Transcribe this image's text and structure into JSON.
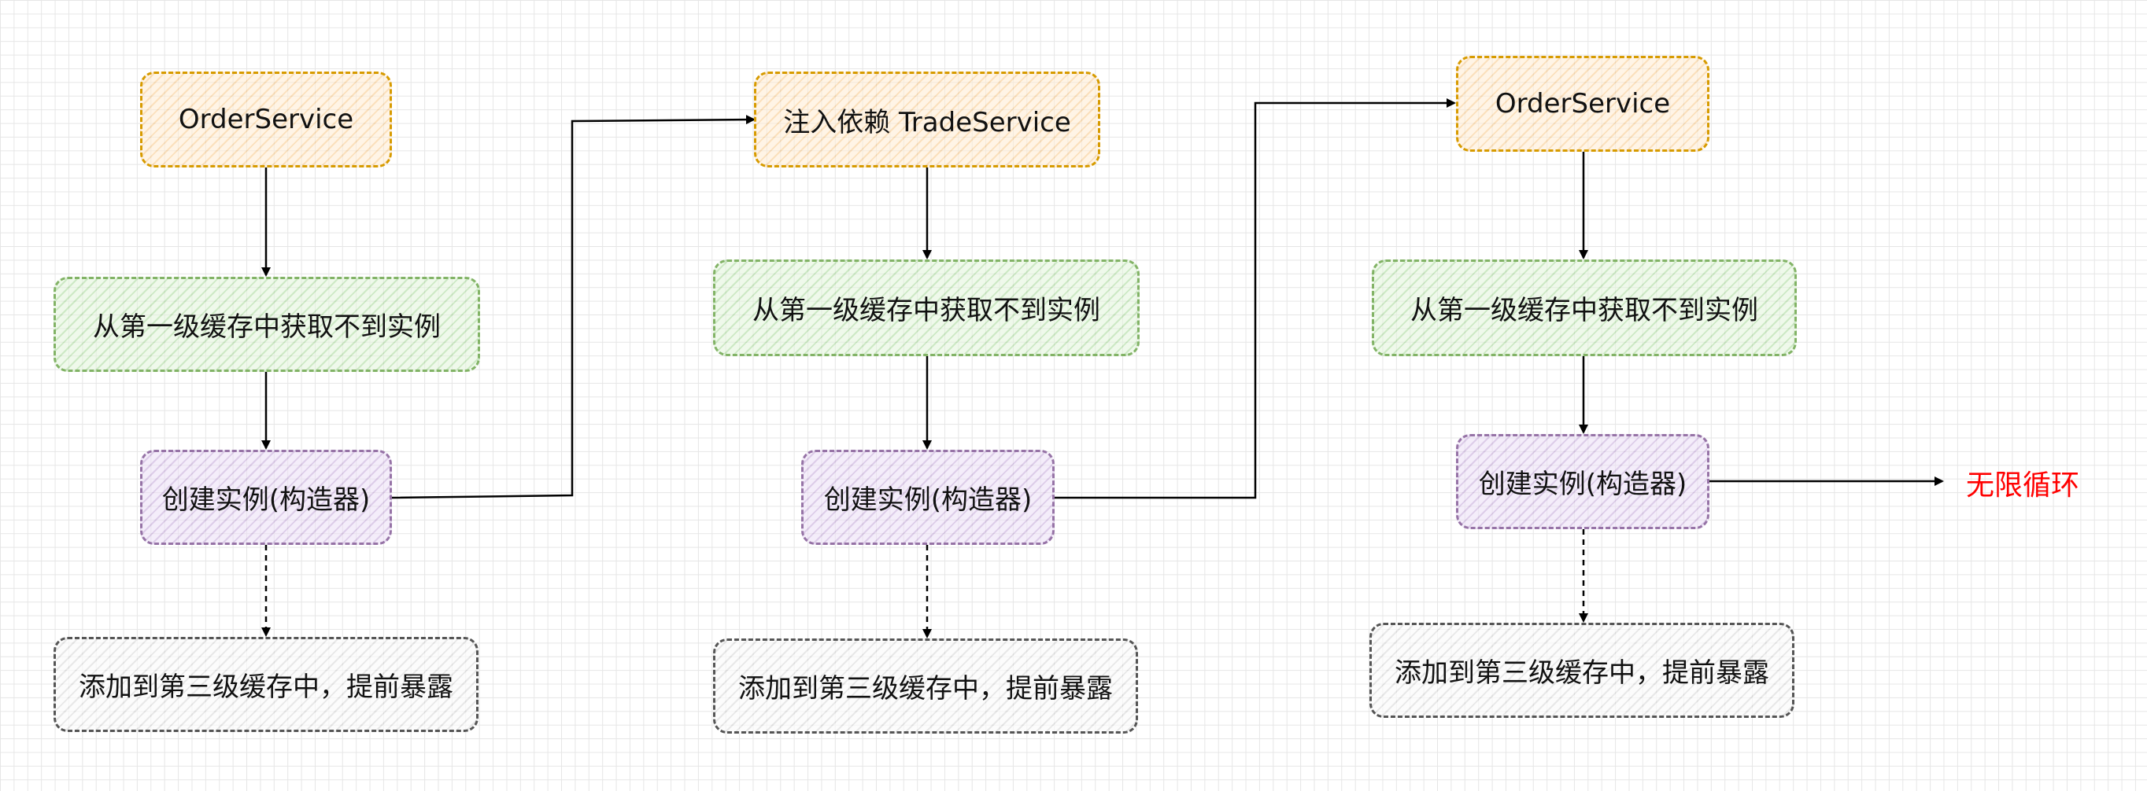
{
  "diagram": {
    "columns": [
      {
        "service": "OrderService",
        "cache_miss": "从第一级缓存中获取不到实例",
        "create": "创建实例(构造器)",
        "expose": "添加到第三级缓存中，提前暴露"
      },
      {
        "service": "注入依赖 TradeService",
        "cache_miss": "从第一级缓存中获取不到实例",
        "create": "创建实例(构造器)",
        "expose": "添加到第三级缓存中，提前暴露"
      },
      {
        "service": "OrderService",
        "cache_miss": "从第一级缓存中获取不到实例",
        "create": "创建实例(构造器)",
        "expose": "添加到第三级缓存中，提前暴露"
      }
    ],
    "end_label": "无限循环",
    "colors": {
      "orange_border": "#d79b00",
      "green_border": "#82b366",
      "purple_border": "#9673a6",
      "gray_border": "#555555",
      "end_label": "#ff0000"
    }
  }
}
